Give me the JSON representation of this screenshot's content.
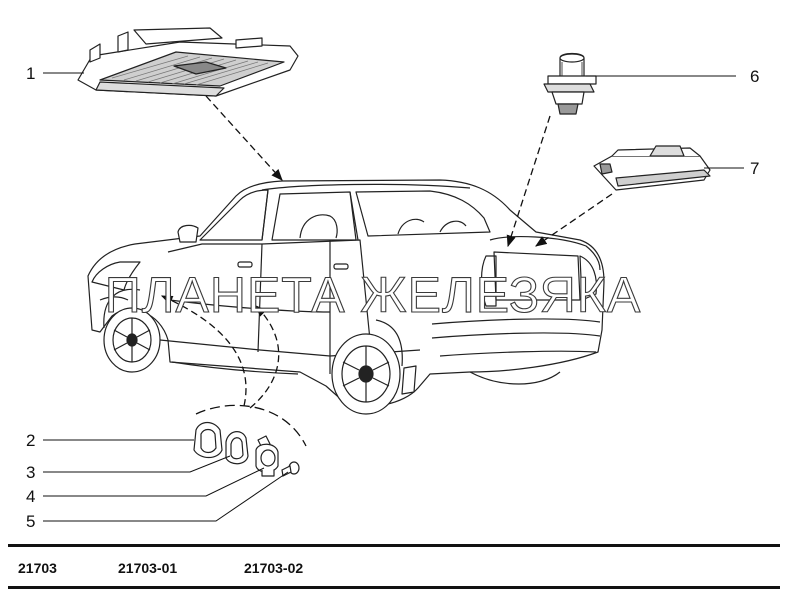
{
  "callouts": [
    "1",
    "2",
    "3",
    "4",
    "5",
    "6",
    "7"
  ],
  "watermark": "ПЛАНЕТА ЖЕЛЕЗЯКА",
  "footer_codes": [
    "21703",
    "21703-01",
    "21703-02"
  ]
}
